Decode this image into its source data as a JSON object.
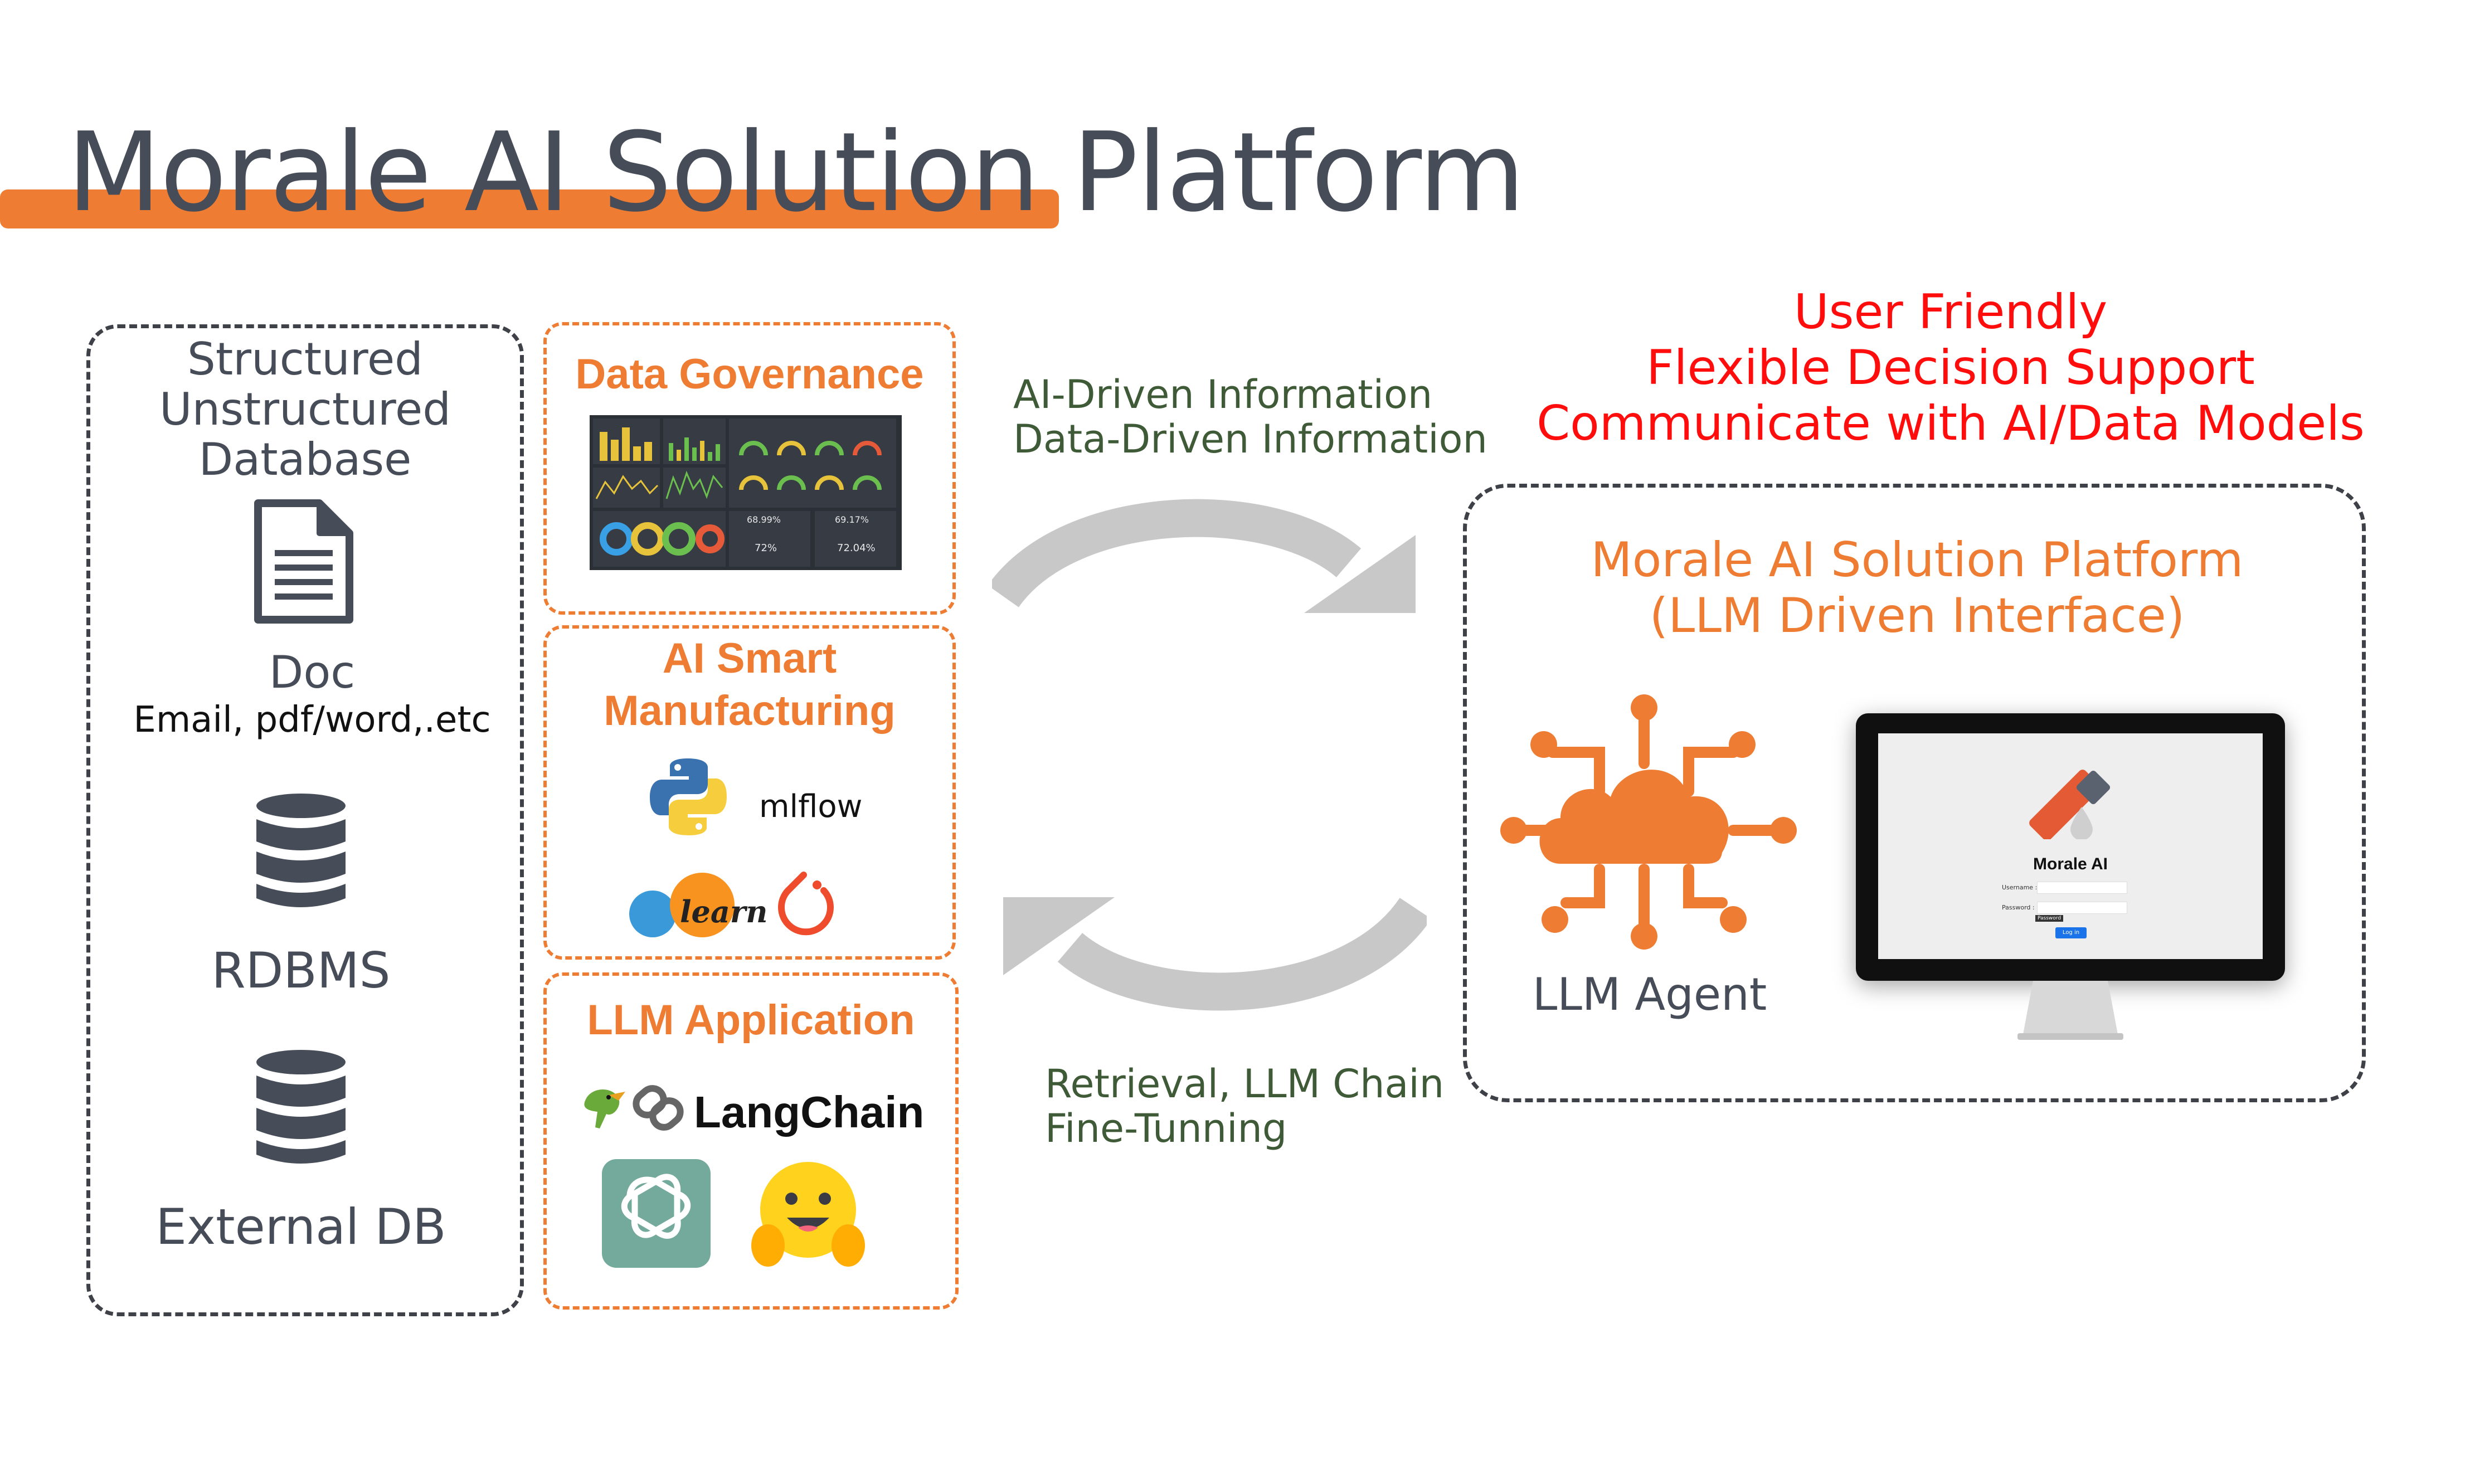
{
  "title": "Morale AI Solution Platform",
  "sources": {
    "heading_lines": [
      "Structured",
      "Unstructured",
      "Database"
    ],
    "doc_label": "Doc",
    "doc_sub": "Email, pdf/word,.etc",
    "rdbms_label": "RDBMS",
    "external_label": "External DB"
  },
  "modules": {
    "governance": {
      "title": "Data Governance",
      "dashboard": {
        "gauge_1": "68.99%",
        "gauge_2": "69.17%",
        "stat_1": "72%",
        "stat_2": "72.04%"
      }
    },
    "manufacturing": {
      "title_lines": [
        "AI Smart",
        "Manufacturing"
      ],
      "logos": [
        "python-logo",
        "mlflow-logo",
        "scikit-learn-logo",
        "pytorch-logo"
      ],
      "mlflow_text": "mlflow",
      "sklearn_text": "learn"
    },
    "llm": {
      "title": "LLM Application",
      "langchain_text": "LangChain",
      "logos": [
        "langchain-logo",
        "openai-logo",
        "huggingface-logo"
      ]
    }
  },
  "flows": {
    "top_lines": [
      "AI-Driven Information",
      "Data-Driven Information"
    ],
    "bottom_lines": [
      "Retrieval, LLM Chain",
      "Fine-Tunning"
    ]
  },
  "benefits": [
    "User Friendly",
    "Flexible Decision Support",
    "Communicate with AI/Data Models"
  ],
  "platform": {
    "title_lines": [
      "Morale AI Solution Platform",
      "(LLM Driven Interface)"
    ],
    "agent_label": "LLM Agent",
    "screen": {
      "app_name": "Morale AI",
      "username_label": "Username :",
      "password_label": "Password :",
      "tooltip": "Password",
      "login_button": "Log in"
    }
  },
  "colors": {
    "orange": "#ee7d33",
    "gray_text": "#474d58",
    "green_text": "#3e5a36",
    "red_text": "#ff0d0d",
    "arrow": "#c8c8c8",
    "icon": "#474d58"
  }
}
